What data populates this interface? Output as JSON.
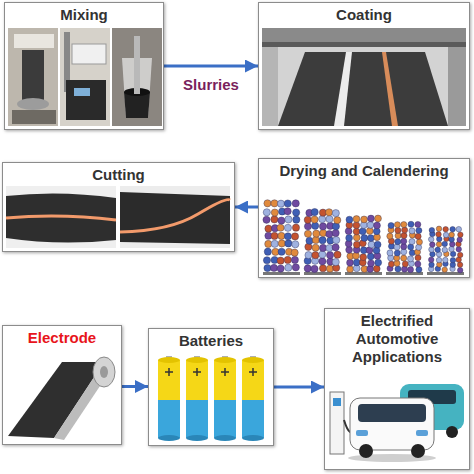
{
  "diagram": {
    "nodes": [
      {
        "text": [
          "Mixing"
        ]
      },
      {
        "text": [
          "Coating"
        ]
      },
      {
        "text": [
          "Cutting"
        ]
      },
      {
        "text": [
          "Drying and Calendering"
        ]
      },
      {
        "text": [
          "Electrode"
        ]
      },
      {
        "text": [
          "Batteries"
        ]
      },
      {
        "text": [
          "Electrified Automotive Applications"
        ]
      }
    ],
    "edges": [
      {
        "from": 0,
        "to": 1,
        "label": "Slurries",
        "arrow": "to"
      },
      {
        "from": 3,
        "to": 2,
        "arrow": "to"
      },
      {
        "from": 4,
        "to": 5,
        "arrow": "to"
      },
      {
        "from": 5,
        "to": 6,
        "arrow": "to"
      }
    ]
  }
}
